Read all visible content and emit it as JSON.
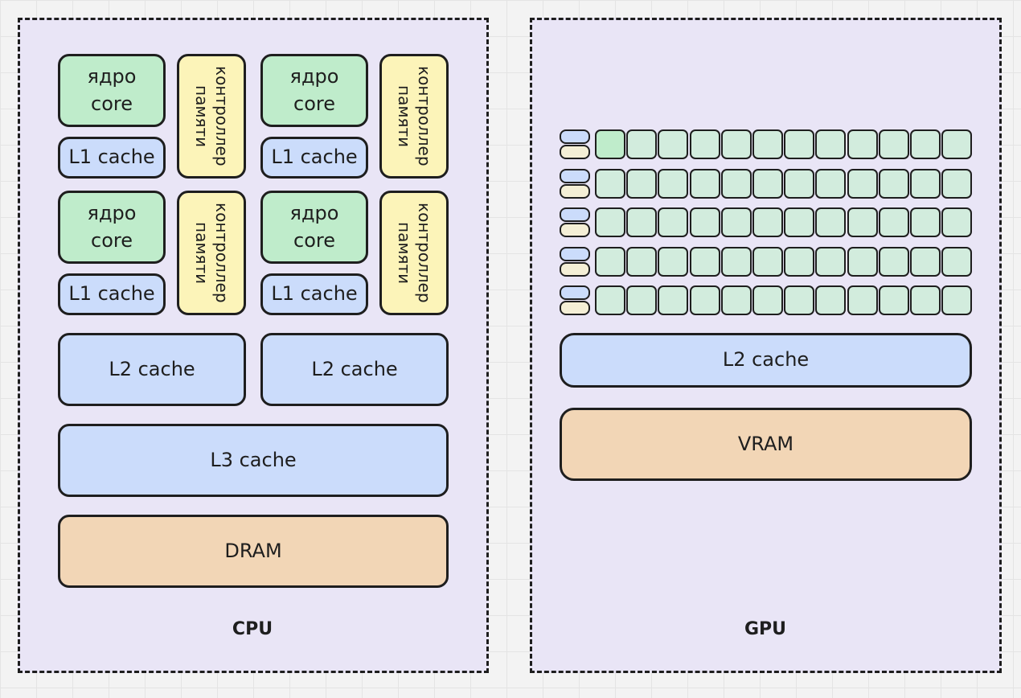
{
  "cpu": {
    "title": "CPU",
    "core_line1": "ядро",
    "core_line2": "core",
    "l1": "L1 cache",
    "mem_controller": "контроллер\nпамяти",
    "l2": "L2 cache",
    "l3": "L3 cache",
    "dram": "DRAM"
  },
  "gpu": {
    "title": "GPU",
    "l2": "L2 cache",
    "vram": "VRAM",
    "grid_rows": 5,
    "grid_cols": 12
  },
  "colors": {
    "frame_fill": "#e9e5f6",
    "core": "#bfeccb",
    "cache": "#cbdcfb",
    "memory_controller": "#fcf4b9",
    "dram": "#f2d6b6",
    "gpu_cell": "#d2ecdd"
  }
}
